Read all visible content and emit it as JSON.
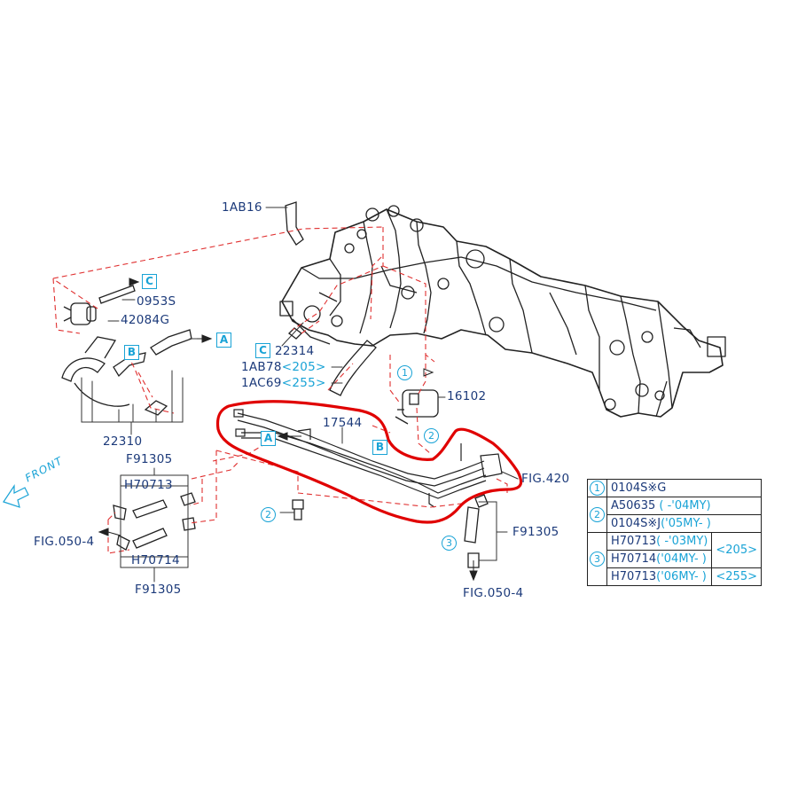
{
  "labels": {
    "p1AB16": "1AB16",
    "p0953S": "0953S",
    "p42084G": "42084G",
    "p22310": "22310",
    "p22314": "22314",
    "p1AB78": "1AB78",
    "p1AB78_var": "<205>",
    "p1AC69": "1AC69",
    "p1AC69_var": "<255>",
    "p16102": "16102",
    "p17544": "17544",
    "fig420": "FIG.420",
    "f91305_left_top": "F91305",
    "h70713": "H70713",
    "h70714": "H70714",
    "f91305_left_bottom": "F91305",
    "fig050_left": "FIG.050-4",
    "f91305_right": "F91305",
    "fig050_right": "FIG.050-4",
    "front": "FRONT"
  },
  "markers": {
    "A": "A",
    "B": "B",
    "C": "C",
    "num1": "1",
    "num2": "2",
    "num3": "3"
  },
  "legend": {
    "r1_num": "1",
    "r1_part": "0104S※G",
    "r2_num": "2",
    "r2a_part": "A50635",
    "r2a_note": "( -'04MY)",
    "r2b_part": "0104S※J",
    "r2b_note": "('05MY- )",
    "r3_num": "3",
    "r3a_part": "H70713",
    "r3a_note": "( -'03MY)",
    "r3b_part": "H70714",
    "r3b_note": "('04MY- )",
    "r3c_part": "H70713",
    "r3c_note": "('06MY- )",
    "var205": "<205>",
    "var255": "<255>"
  },
  "colors": {
    "label_text": "#1c3a7a",
    "accent_cyan": "#19a3d6",
    "leader_red": "#e03030",
    "highlight_red": "#e00000",
    "line_art": "#222222"
  }
}
